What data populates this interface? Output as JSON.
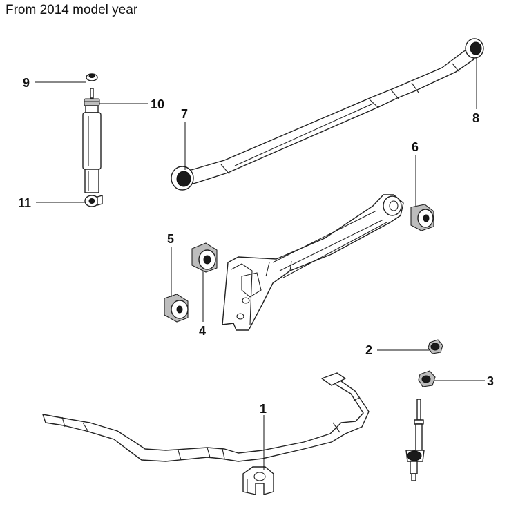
{
  "caption": "From 2014 model year",
  "callouts": [
    "1",
    "2",
    "3",
    "4",
    "5",
    "6",
    "7",
    "8",
    "9",
    "10",
    "11"
  ],
  "colors": {
    "line": "#222222",
    "background": "#ffffff",
    "label": "#111111"
  }
}
